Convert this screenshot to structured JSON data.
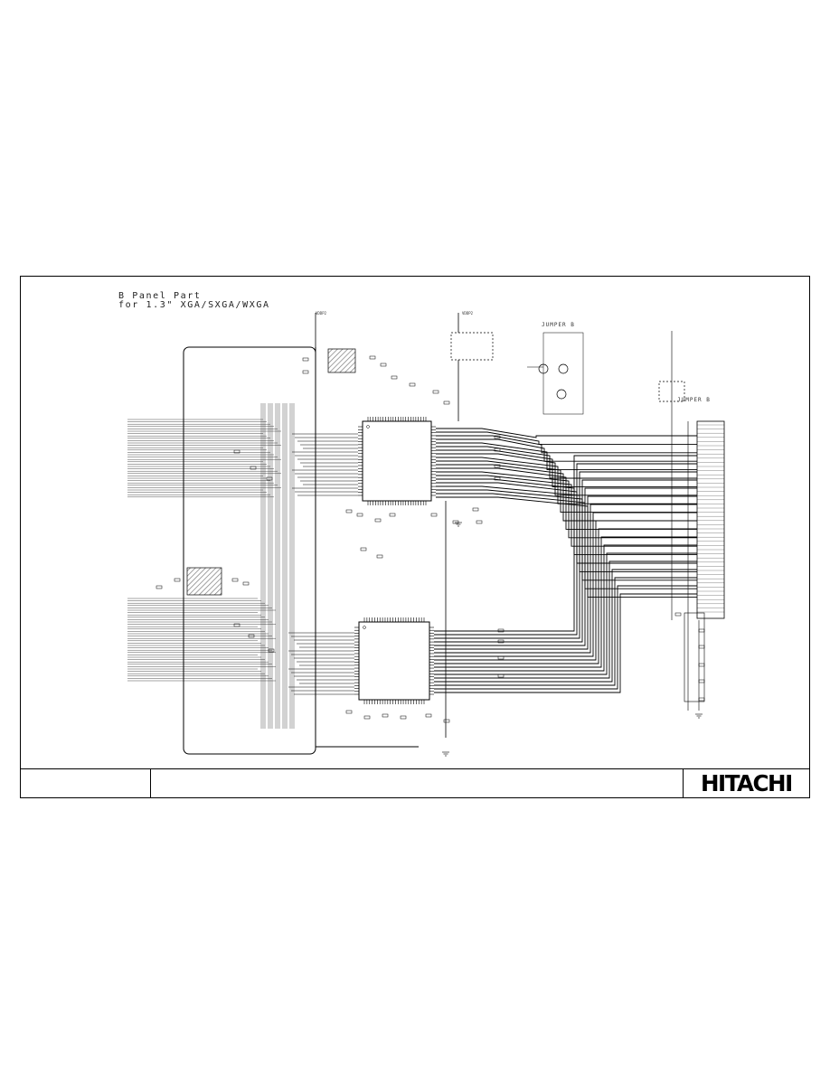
{
  "sheet": {
    "title_line_1": "B Panel Part",
    "title_line_2": "for 1.3\" XGA/SXGA/WXGA",
    "brand": "HITACHI"
  },
  "labels": {
    "jumper_top": "JUMPER B",
    "jumper_right": "JUMPER B",
    "net_1": "VDDP2",
    "net_2": "VDDP2"
  },
  "colors": {
    "ink": "#000000",
    "paper": "#ffffff",
    "hatch": "#7a7a7a"
  }
}
